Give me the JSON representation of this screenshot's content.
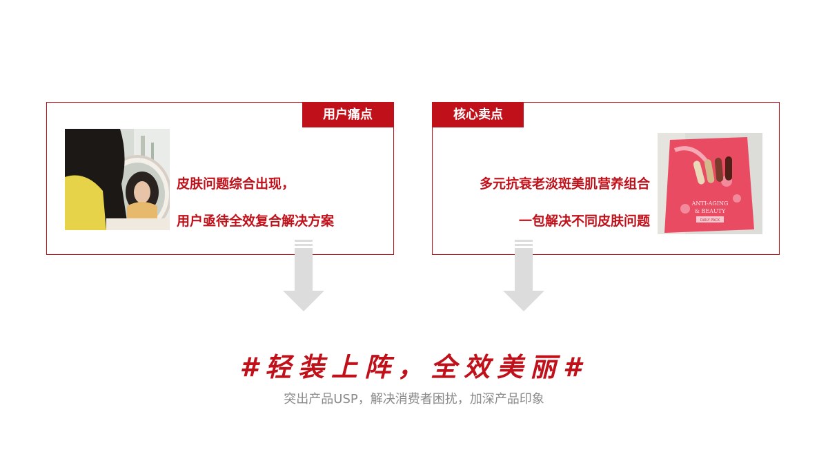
{
  "left_card": {
    "tag": "用户痛点",
    "line1": "皮肤问题综合出现，",
    "line2": "用户亟待全效复合解决方案"
  },
  "right_card": {
    "tag": "核心卖点",
    "line1": "多元抗衰老淡斑美肌营养组合",
    "line2": "一包解决不同皮肤问题",
    "package_text_1": "ANTI-AGING",
    "package_text_2": "& BEAUTY",
    "package_text_3": "DAILY PACK"
  },
  "headline": "#轻装上阵，全效美丽#",
  "subline": "突出产品USP，解决消费者困扰，加深产品印象",
  "colors": {
    "accent": "#c0101a",
    "arrow": "#dcdcdc",
    "muted": "#8a8a8a"
  }
}
